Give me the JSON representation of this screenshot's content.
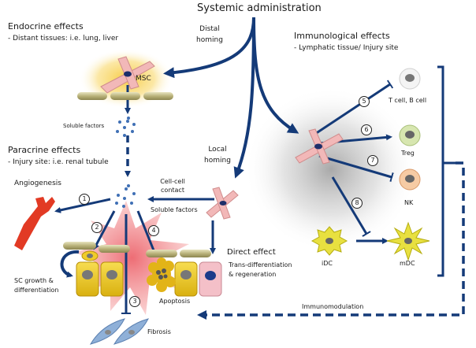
{
  "title": "Systemic administration",
  "homing": {
    "distal": [
      "Distal",
      "homing"
    ],
    "local": [
      "Local",
      "homing"
    ]
  },
  "endocrine": {
    "heading": "Endocrine  effects",
    "detail": "- Distant tissues: i.e. lung, liver",
    "cell_label": "MSC",
    "soluble_factors": "Soluble factors"
  },
  "paracrine": {
    "heading": "Paracrine  effects",
    "detail": "- Injury site: i.e. renal tubule",
    "contact": [
      "Cell-cell",
      "contact"
    ],
    "soluble_factors": "Soluble factors"
  },
  "outcomes": {
    "angiogenesis": "Angiogenesis",
    "sc_growth": [
      "SC growth &",
      "differentiation"
    ],
    "apoptosis": "Apoptosis",
    "fibrosis": "Fibrosis"
  },
  "direct": {
    "heading": "Direct effect",
    "detail": [
      "Trans-differentiation",
      "& regeneration"
    ]
  },
  "immunological": {
    "heading": "Immunological  effects",
    "detail": "- Lymphatic tissue/ Injury site",
    "cells": {
      "tcell": "T cell, B cell",
      "treg": "Treg",
      "nk": "NK",
      "idc": "iDC",
      "mdc": "mDC"
    }
  },
  "immunomodulation": "Immunomodulation",
  "numbers": [
    "1",
    "2",
    "3",
    "4",
    "5",
    "6",
    "7",
    "8"
  ],
  "colors": {
    "arrow": "#143a78",
    "msc_cell": "#f2b8b8",
    "msc_halo": "#f7c93b",
    "tubule_cell": "#f0cc2a",
    "vessel": "#e23a24",
    "injury_burst": "#f08080",
    "fibroblast": "#8fb0d8",
    "treg": "#cfe0a8",
    "nk": "#f4c49a",
    "dc": "#ece24a"
  }
}
